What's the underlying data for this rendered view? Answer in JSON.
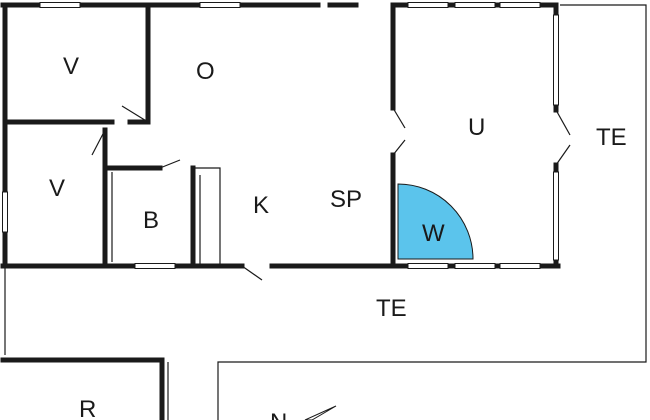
{
  "plan": {
    "rooms": {
      "v1": "V",
      "o": "O",
      "v2": "V",
      "b": "B",
      "k": "K",
      "sp": "SP",
      "u": "U",
      "w": "W",
      "te_right": "TE",
      "te_bottom": "TE",
      "r": "R"
    },
    "north_label": "N",
    "colors": {
      "wall": "#1a1a1a",
      "wellness_fill": "#5bc4ec",
      "background": "#ffffff"
    }
  }
}
